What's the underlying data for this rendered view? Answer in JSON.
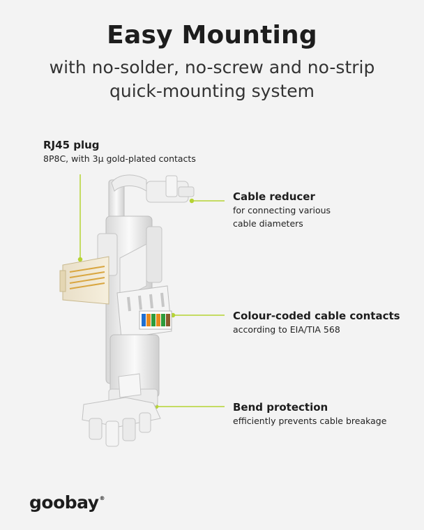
{
  "header": {
    "title": "Easy Mounting",
    "subtitle_line1": "with no-solder, no-screw and no-strip",
    "subtitle_line2": "quick-mounting system"
  },
  "features": {
    "rj45": {
      "title": "RJ45 plug",
      "desc": "8P8C, with 3µ gold-plated contacts"
    },
    "reducer": {
      "title": "Cable reducer",
      "desc_line1": "for connecting various",
      "desc_line2": "cable diameters"
    },
    "contacts": {
      "title": "Colour-coded cable contacts",
      "desc": "according to EIA/TIA 568"
    },
    "bend": {
      "title": "Bend protection",
      "desc": "efficiently prevents cable breakage"
    }
  },
  "brand": {
    "logo": "goobay",
    "registered": "®"
  },
  "colors": {
    "accent": "#b5d333",
    "text": "#1d1d1d",
    "background": "#f3f3f3",
    "logo_o": "#b5d333"
  }
}
